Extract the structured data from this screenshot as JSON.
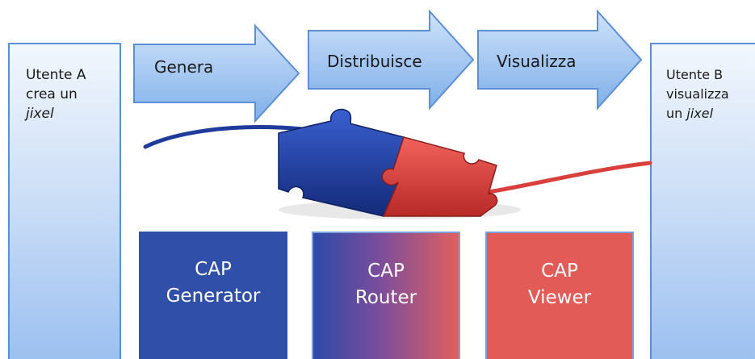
{
  "user_a": {
    "line1": "Utente A",
    "line2": "crea un",
    "line3": "jixel"
  },
  "user_b": {
    "line1": "Utente B",
    "line2": "visualizza",
    "line3_prefix": "un ",
    "line3_italic": "jixel"
  },
  "steps": [
    {
      "label": "Genera"
    },
    {
      "label": "Distribuisce"
    },
    {
      "label": "Visualizza"
    }
  ],
  "components": [
    {
      "line1": "CAP",
      "line2": "Generator",
      "color": "#2f4fa8"
    },
    {
      "line1": "CAP",
      "line2": "Router",
      "color": "#7a4d9c"
    },
    {
      "line1": "CAP",
      "line2": "Viewer",
      "color": "#e35b57"
    }
  ],
  "colors": {
    "arrow_fill": "#9fc3ef",
    "arrow_stroke": "#5b8fd6",
    "blue_piece": "#1f3c9c",
    "red_piece": "#e2403d"
  }
}
